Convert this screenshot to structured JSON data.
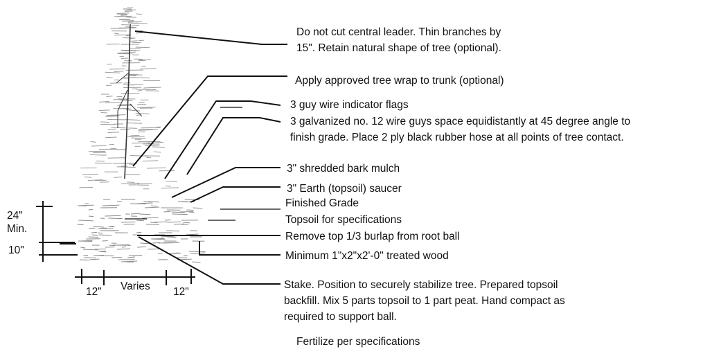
{
  "callouts": {
    "leader_line1": "Do not cut central leader.  Thin branches by",
    "leader_line2": "15\". Retain natural shape of tree (optional).",
    "tree_wrap": "Apply approved tree wrap to trunk (optional)",
    "flags": "3 guy wire indicator flags",
    "guys_line1": "3 galvanized no. 12 wire guys space equidistantly at 45 degree angle to",
    "guys_line2": "finish grade.  Place 2 ply black rubber hose at all points of tree contact.",
    "mulch": "3\" shredded bark mulch",
    "saucer": "3\" Earth (topsoil) saucer",
    "finished_grade": "Finished Grade",
    "topsoil": "Topsoil for specifications",
    "burlap": "Remove top 1/3 burlap from root ball",
    "treated_wood": "Minimum 1\"x2\"x2'-0\" treated wood",
    "stake_line1": "Stake.  Position to securely stabilize tree.  Prepared topsoil",
    "stake_line2": "backfill.  Mix 5 parts topsoil to 1 part peat.  Hand compact as",
    "stake_line3": "required to support ball.",
    "fertilize": "Fertilize per specifications"
  },
  "dimensions": {
    "depth_24": "24\"",
    "depth_min": "Min.",
    "depth_10": "10\"",
    "width_left": "12\"",
    "width_varies": "Varies",
    "width_right": "12\""
  },
  "colors": {
    "ink": "#111111",
    "foliage": "#9a9a9a"
  }
}
